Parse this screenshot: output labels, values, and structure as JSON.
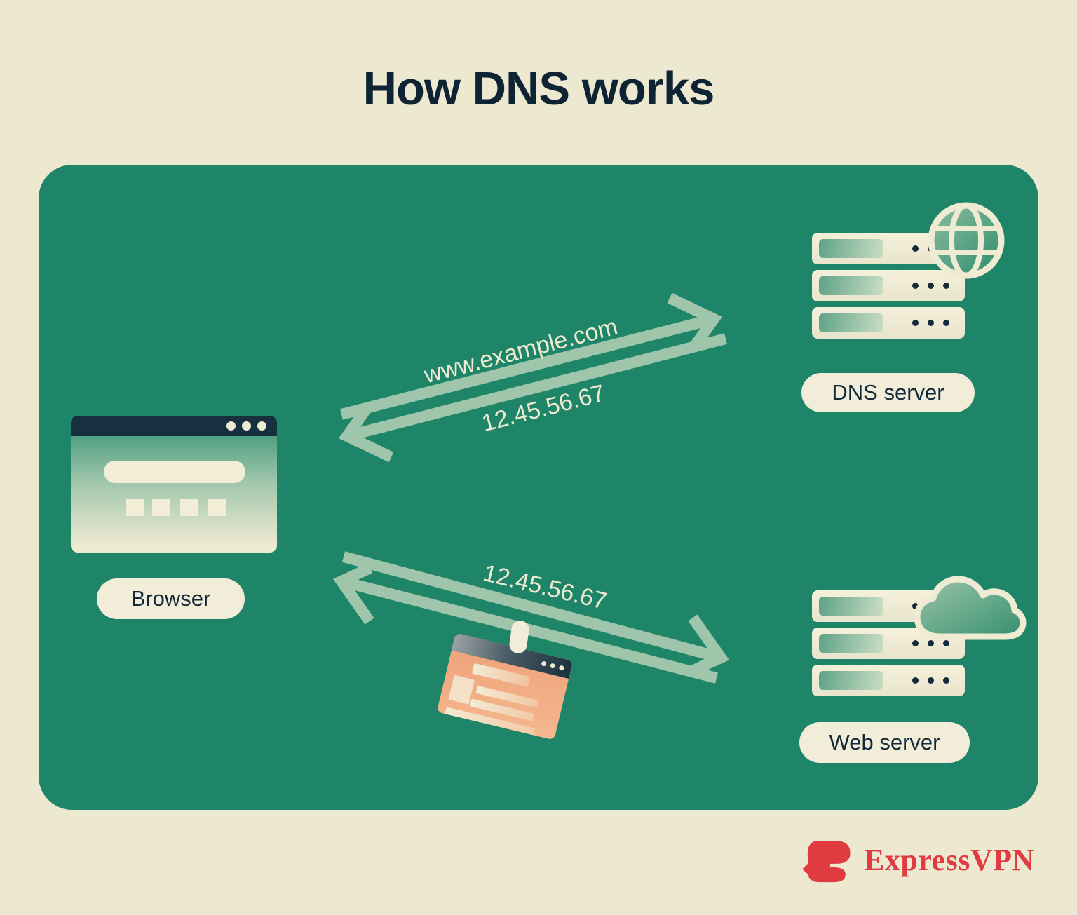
{
  "title": "How DNS works",
  "diagram": {
    "browser_label": "Browser",
    "dns_server_label": "DNS server",
    "web_server_label": "Web server",
    "dns_request_label": "www.example.com",
    "dns_response_label": "12.45.56.67",
    "web_response_label": "12.45.56.67"
  },
  "brand": {
    "name": "ExpressVPN"
  },
  "colors": {
    "background": "#EDE9D1",
    "panel_green": "#1F8569",
    "arrow_sage": "#9FC6AB",
    "cream": "#F0ECD5",
    "navy": "#12293A",
    "page_orange": "#EFA077",
    "brand_red": "#DF3B40"
  }
}
